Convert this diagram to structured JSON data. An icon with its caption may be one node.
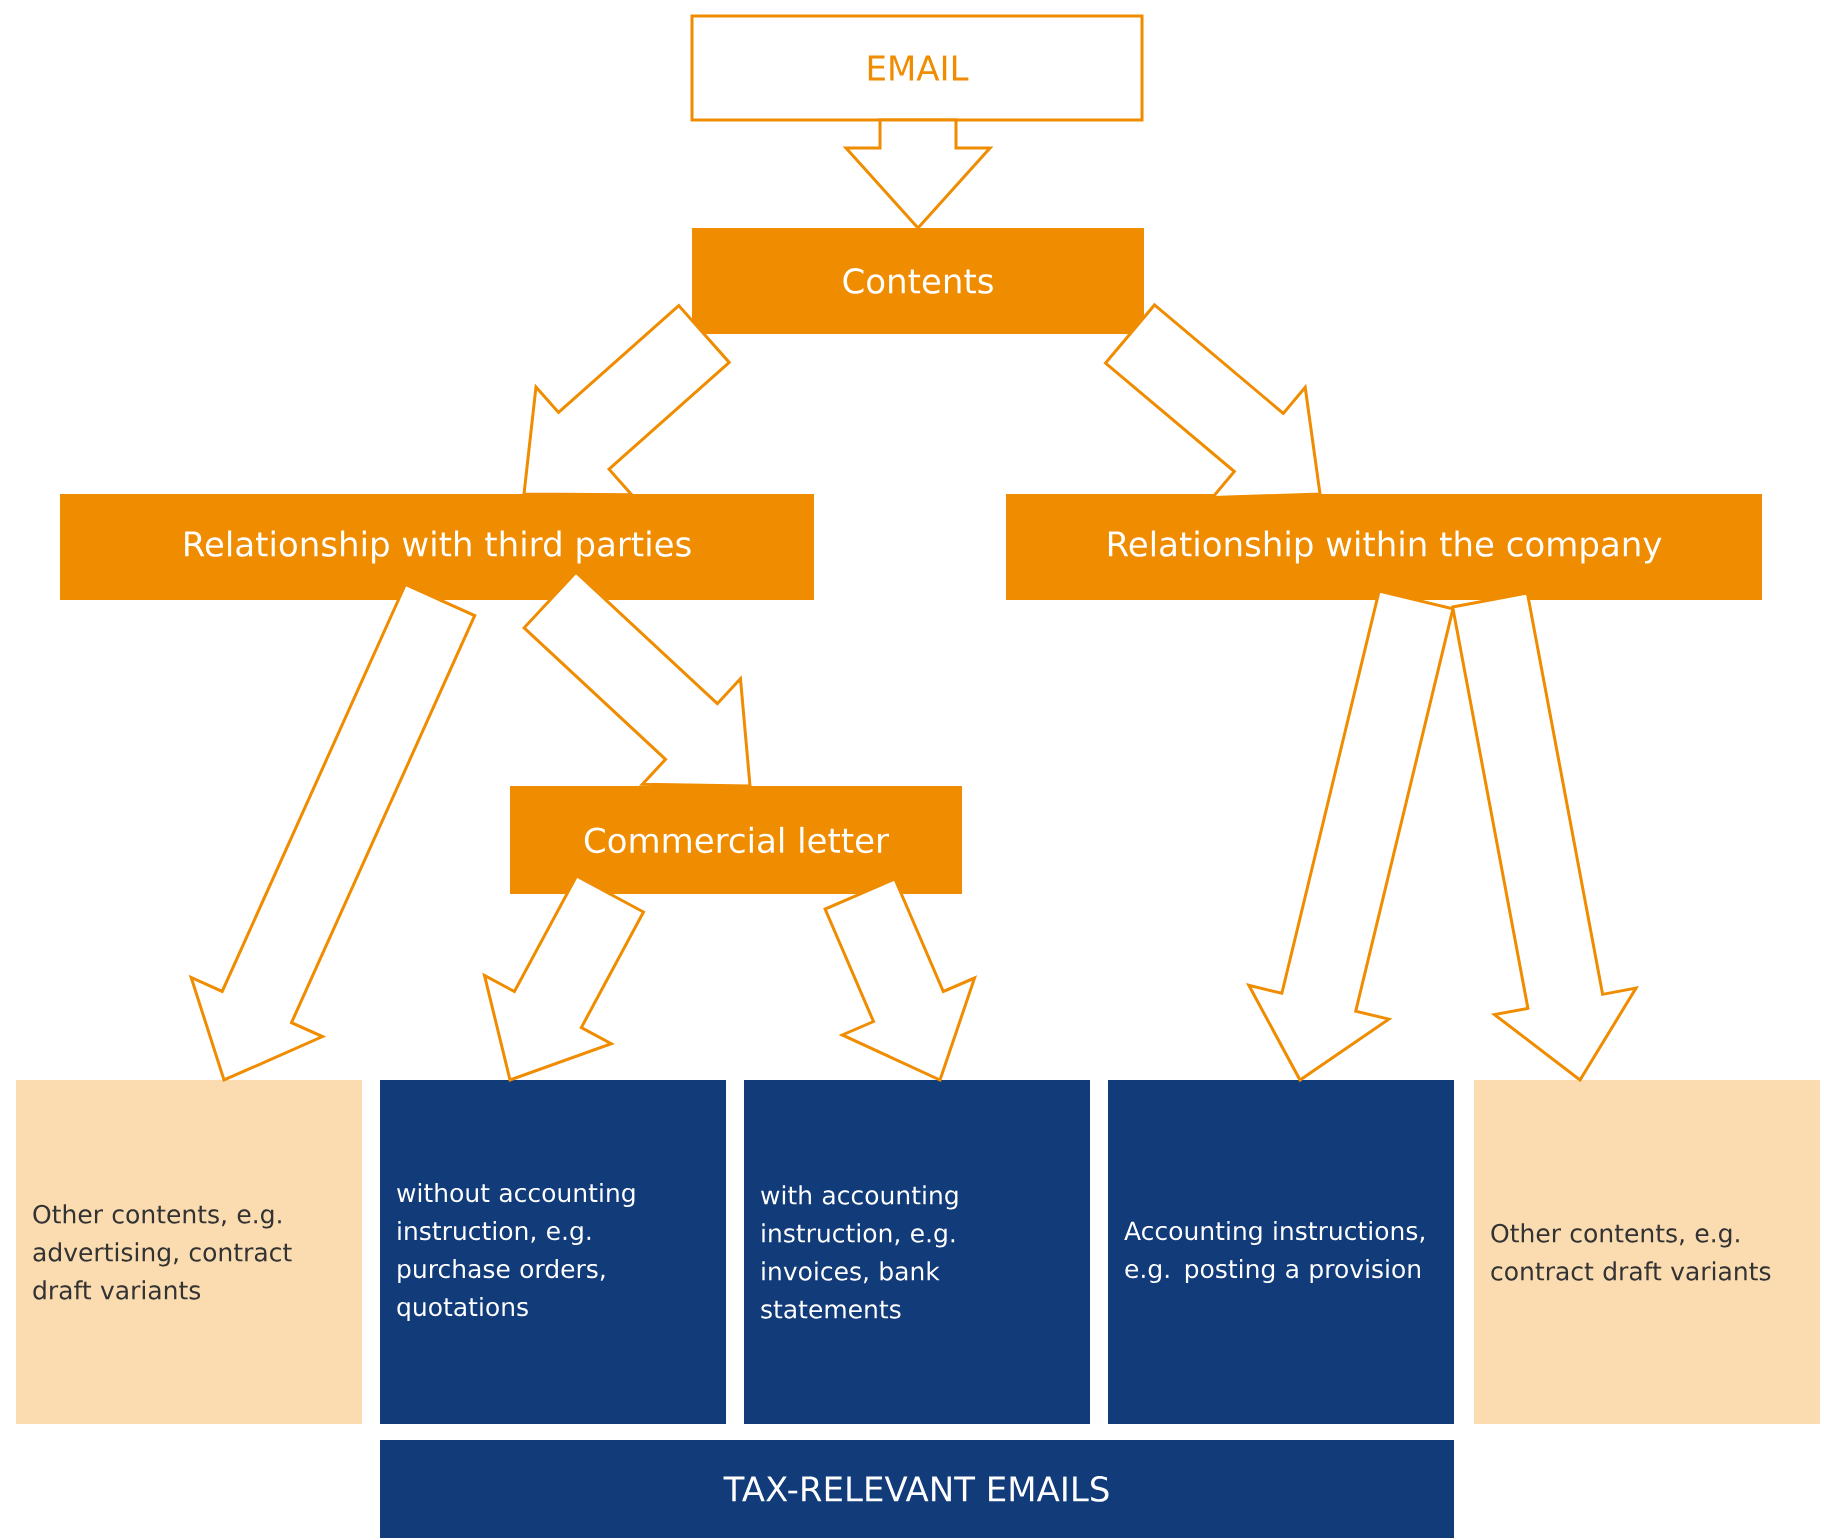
{
  "diagram": {
    "nodes": [
      {
        "text": [
          "EMAIL"
        ]
      },
      {
        "text": [
          "Contents"
        ]
      },
      {
        "text": [
          "Relationship with third parties"
        ]
      },
      {
        "text": [
          "Relationship within the company"
        ]
      },
      {
        "text": [
          "Commercial letter"
        ]
      },
      {
        "text": [
          "Other contents, e.g. advertising, contract draft variants"
        ]
      },
      {
        "text": [
          "without accounting instruction, e.g. purchase orders, quotations"
        ]
      },
      {
        "text": [
          "with accounting instruction, e.g. invoices, bank statements"
        ]
      },
      {
        "text": [
          "Accounting instructions, e.g. posting a provision"
        ]
      },
      {
        "text": [
          "Other contents, e.g. contract draft variants"
        ]
      },
      {
        "text": [
          "TAX-RELEVANT EMAILS"
        ]
      }
    ],
    "edges": [
      {
        "from": 0,
        "to": 1,
        "arrow": "to"
      },
      {
        "from": 1,
        "to": 2,
        "arrow": "to"
      },
      {
        "from": 1,
        "to": 3,
        "arrow": "to"
      },
      {
        "from": 2,
        "to": 5,
        "arrow": "to"
      },
      {
        "from": 2,
        "to": 4,
        "arrow": "to"
      },
      {
        "from": 4,
        "to": 6,
        "arrow": "to"
      },
      {
        "from": 4,
        "to": 7,
        "arrow": "to"
      },
      {
        "from": 3,
        "to": 8,
        "arrow": "to"
      },
      {
        "from": 3,
        "to": 9,
        "arrow": "to"
      }
    ]
  }
}
